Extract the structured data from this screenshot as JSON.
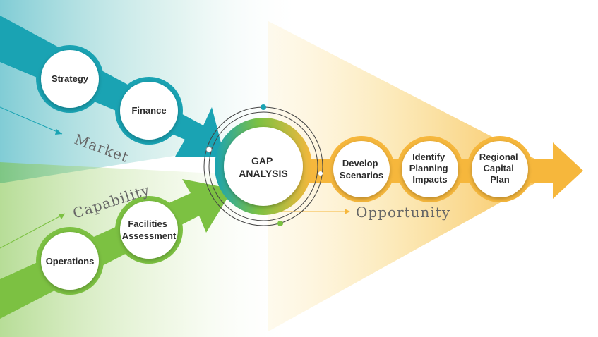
{
  "center": {
    "lines": [
      "GAP",
      "ANALYSIS"
    ]
  },
  "nodes": {
    "strategy": {
      "lines": [
        "Strategy"
      ]
    },
    "finance": {
      "lines": [
        "Finance"
      ]
    },
    "operations": {
      "lines": [
        "Operations"
      ]
    },
    "facilities": {
      "lines": [
        "Facilities",
        "Assessment"
      ]
    },
    "develop": {
      "lines": [
        "Develop",
        "Scenarios"
      ]
    },
    "identify": {
      "lines": [
        "Identify",
        "Planning",
        "Impacts"
      ]
    },
    "regional": {
      "lines": [
        "Regional",
        "Capital",
        "Plan"
      ]
    }
  },
  "labels": {
    "market": "Market",
    "capability": "Capability",
    "opportunity": "Opportunity"
  },
  "colors": {
    "teal": "#1aa3b3",
    "green": "#7cc142",
    "gold": "#f6b73c",
    "ring_gray": "#444444"
  }
}
